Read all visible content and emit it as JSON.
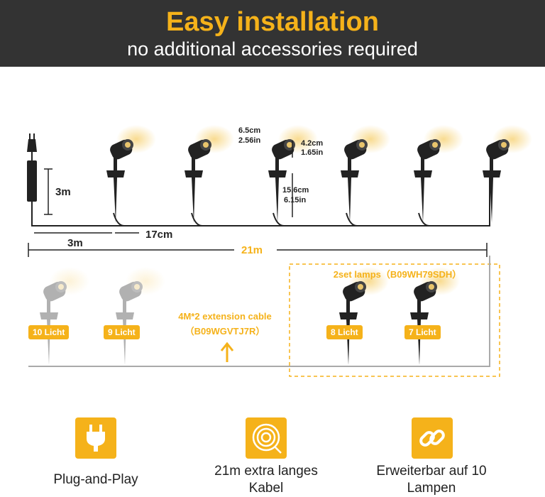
{
  "header": {
    "title": "Easy installation",
    "subtitle": "no additional accessories required"
  },
  "dimensions": {
    "power_cable": "3m",
    "lead_cable": "3m",
    "spacing": "17cm",
    "total_length": "21m",
    "lamp_width_cm": "6.5cm",
    "lamp_width_in": "2.56in",
    "lamp_height_cm": "4.2cm",
    "lamp_height_in": "1.65in",
    "spike_cm": "15.6cm",
    "spike_in": "6.15in"
  },
  "extension": {
    "set_label": "2set lamps（B09WH79SDH）",
    "cable_label": "4M*2 extension cable",
    "cable_code": "（B09WGVTJ7R）",
    "badges": [
      "10 Licht",
      "9 Licht",
      "8 Licht",
      "7 Licht"
    ]
  },
  "features": [
    {
      "icon": "plug-icon",
      "label": "Plug-and-Play"
    },
    {
      "icon": "cable-coil-icon",
      "label": "21m extra langes Kabel"
    },
    {
      "icon": "chain-link-icon",
      "label": "Erweiterbar auf 10 Lampen"
    }
  ],
  "colors": {
    "accent": "#f5b21a",
    "banner": "#333333"
  }
}
